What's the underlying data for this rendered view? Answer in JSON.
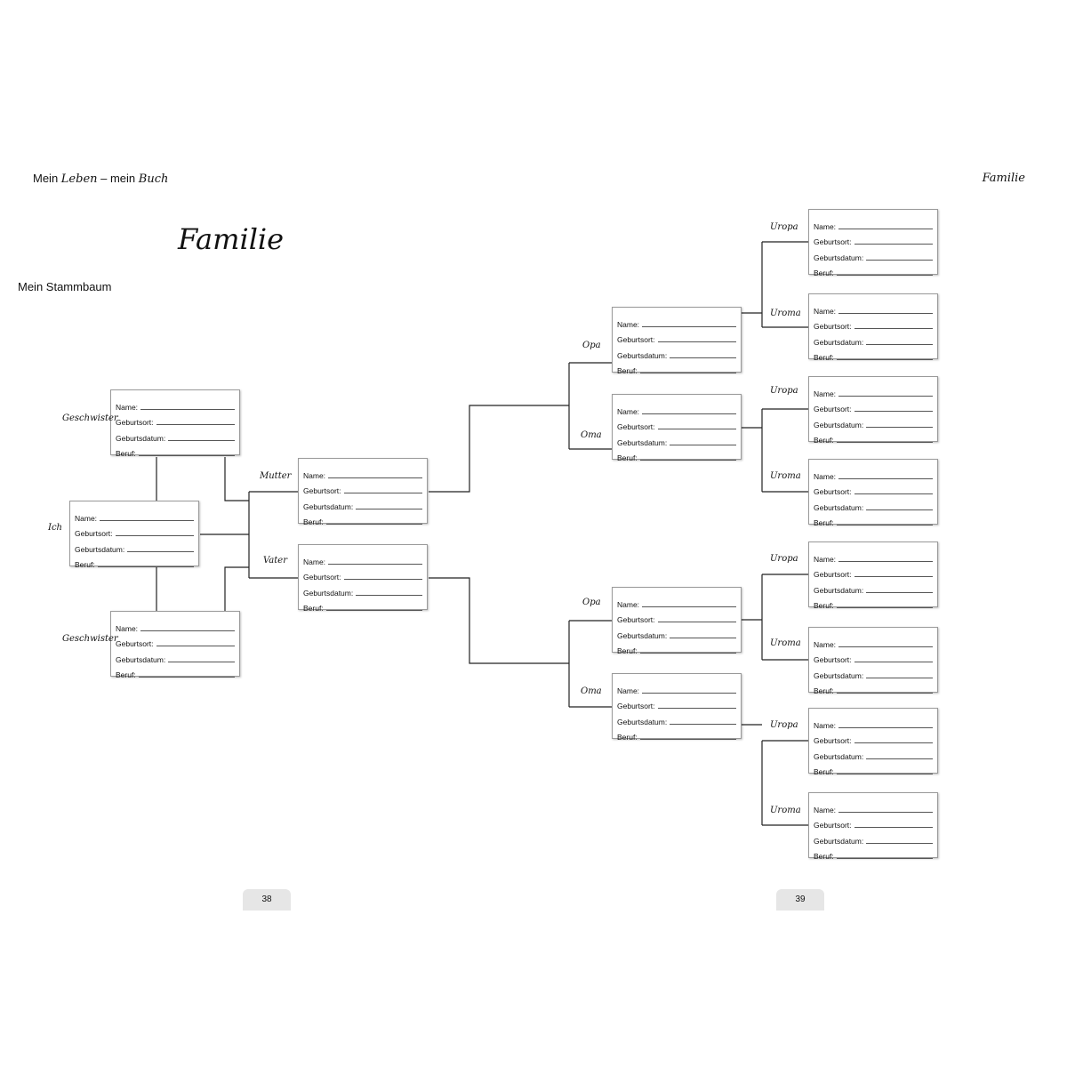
{
  "header": {
    "left_plain_1": "Mein ",
    "left_script_1": "Leben",
    "left_plain_2": " – mein ",
    "left_script_2": "Buch",
    "right": "Familie"
  },
  "page_title": "Familie",
  "subtitle": "Mein Stammbaum",
  "card_fields": {
    "name": "Name:",
    "birthplace": "Geburtsort:",
    "birthdate": "Geburtsdatum:",
    "job": "Beruf:"
  },
  "relations": {
    "sibling_top": "Geschwister",
    "self": "Ich",
    "sibling_bottom": "Geschwister",
    "mother": "Mutter",
    "father": "Vater",
    "grandpa_1": "Opa",
    "grandma_1": "Oma",
    "grandpa_2": "Opa",
    "grandma_2": "Oma",
    "ggpa_1": "Uropa",
    "ggma_1": "Uroma",
    "ggpa_2": "Uropa",
    "ggma_2": "Uroma",
    "ggpa_3": "Uropa",
    "ggma_3": "Uroma",
    "ggpa_4": "Uropa",
    "ggma_4": "Uroma"
  },
  "page_numbers": {
    "left": "38",
    "right": "39"
  }
}
